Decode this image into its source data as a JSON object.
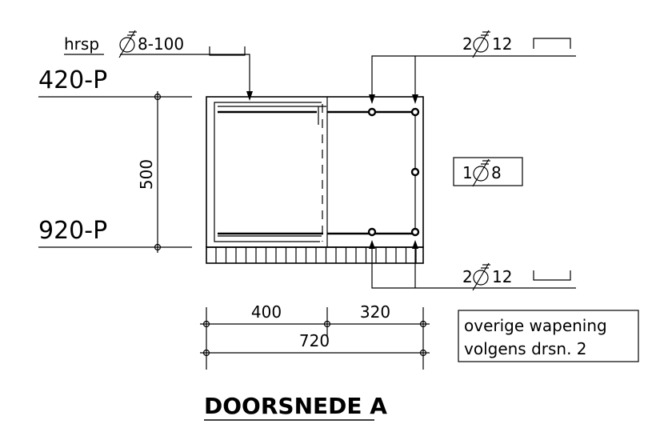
{
  "title": "DOORSNEDE A",
  "levels": {
    "top": "420-P",
    "bottom": "920-P"
  },
  "dimensions": {
    "height": "500",
    "width_left": "400",
    "width_right": "320",
    "width_total": "720"
  },
  "reinforcement": {
    "stirrups": {
      "prefix": "hrsp",
      "bar": "8-100"
    },
    "top_bars": {
      "count": "2",
      "bar": "12"
    },
    "side_bar": {
      "count": "1",
      "bar": "8"
    },
    "bottom_bars": {
      "count": "2",
      "bar": "12"
    }
  },
  "note": {
    "line1": "overige wapening",
    "line2": "volgens drsn. 2"
  }
}
